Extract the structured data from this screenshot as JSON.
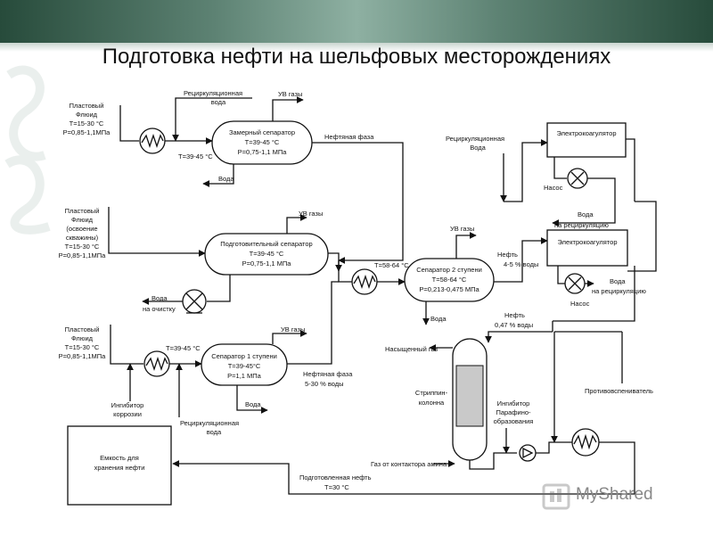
{
  "title": "Подготовка нефти на шельфовых месторождениях",
  "feed1": [
    "Пластовый",
    "Флюид",
    "T=15-30 °C",
    "P=0,85-1,1МПа"
  ],
  "feed2": [
    "Пластовый",
    "Флюид",
    "(освоение",
    "скважины)",
    "T=15-30 °C",
    "P=0,85-1,1МПа"
  ],
  "feed3": [
    "Пластовый",
    "Флюид",
    "T=15-30 °C",
    "P=0,85-1,1МПа"
  ],
  "recycle_water_1": [
    "Рециркуляционная",
    "вода"
  ],
  "recycle_water_2": [
    "Рециркуляционная",
    "Вода"
  ],
  "recycle_water_3": [
    "Рециркуляционная",
    "вода"
  ],
  "gas_1": "УВ газы",
  "gas_2": "УВ газы",
  "gas_3": "УВ газы",
  "gas_4": "УВ газы",
  "temp_1": "T=39-45 °C",
  "temp_2": "T=58-64 °C",
  "temp_3": "T=39-45 °C",
  "sep_meter": [
    "Замерный сепаратор",
    "T=39-45 °C",
    "P=0,75-1,1 МПа"
  ],
  "sep_prep": [
    "Подготовительный сепаратор",
    "T=39-45 °C",
    "P=0,75-1,1 МПа"
  ],
  "sep_stage1": [
    "Сепаратор 1 ступени",
    "T=39-45°C",
    "P=1,1 МПа"
  ],
  "sep_stage2": [
    "Сепаратор 2 ступени",
    "T=58-64 °C",
    "P=0,213-0,475 МПа"
  ],
  "water_1": "Вода",
  "water_2": "Вода",
  "water_3": "Вода",
  "water_cleaning": [
    "Вода",
    "на очистку"
  ],
  "oil_phase_1": "Нефтяная фаза",
  "oil_phase_2": [
    "Нефтяная фаза",
    "5-30 % воды"
  ],
  "oil_1": [
    "Нефть",
    "4-5 % воды"
  ],
  "oil_2": [
    "Нефть",
    "0,47 % воды"
  ],
  "coag_1": "Электрокоагулятор",
  "coag_2": "Электрокоагулятор",
  "pump_1": "Насос",
  "pump_2": "Насос",
  "water_recirc_1": [
    "Вода",
    "на рециркуляцию"
  ],
  "water_recirc_2": [
    "Вода",
    "на рециркуляцию"
  ],
  "saturated_gas": "Насыщенный газ",
  "stripping": [
    "Стриппин-",
    "колонна"
  ],
  "inhibitor_paraffin": [
    "Ингибитор",
    "Парафино-",
    "образования"
  ],
  "inhibitor_corrosion": [
    "Ингибитор",
    "коррозии"
  ],
  "antifoam": "Противовспениватель",
  "gas_amine": "Газ от контактора амина",
  "storage": [
    "Емкость для",
    "хранения нефти"
  ],
  "prepared_oil": [
    "Подготовленная нефть",
    "T=30 °C"
  ],
  "watermark": "MyShared"
}
